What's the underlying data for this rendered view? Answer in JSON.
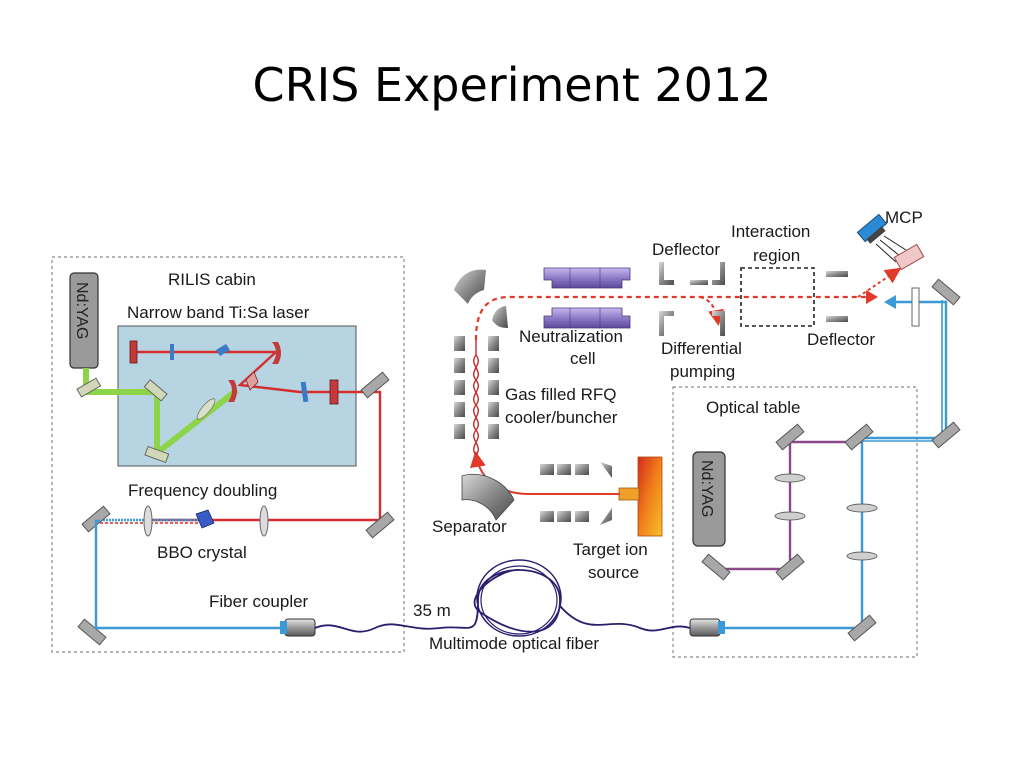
{
  "slide": {
    "title": "CRIS Experiment 2012"
  },
  "diagram": {
    "labels": {
      "rilis_cabin": "RILIS cabin",
      "nd_yag_left": "Nd:YAG",
      "ti_sa_laser": "Narrow band Ti:Sa laser",
      "frequency_doubling": "Frequency doubling",
      "bbo_crystal": "BBO crystal",
      "fiber_coupler": "Fiber coupler",
      "fiber_length": "35 m",
      "multimode_fiber": "Multimode optical fiber",
      "neutralization_cell_1": "Neutralization",
      "neutralization_cell_2": "cell",
      "rfq_1": "Gas filled RFQ",
      "rfq_2": "cooler/buncher",
      "separator": "Separator",
      "target_1": "Target ion",
      "target_2": "source",
      "deflector_top": "Deflector",
      "interaction_1": "Interaction",
      "interaction_2": "region",
      "mcp": "MCP",
      "differential_1": "Differential",
      "differential_2": "pumping",
      "deflector_right": "Deflector",
      "optical_table": "Optical table",
      "nd_yag_right": "Nd:YAG"
    },
    "colors": {
      "red_laser": "#d42e2e",
      "green_laser": "#8ed44a",
      "blue_laser": "#3a9ad6",
      "purple_laser": "#8a4a8a",
      "ion_beam": "#e03a2a",
      "ti_sa_box": "#b6d4e2",
      "mirror": "#9b9b9b",
      "fiber": "#2a1f6e",
      "electrode": "#8f7ac6"
    }
  }
}
